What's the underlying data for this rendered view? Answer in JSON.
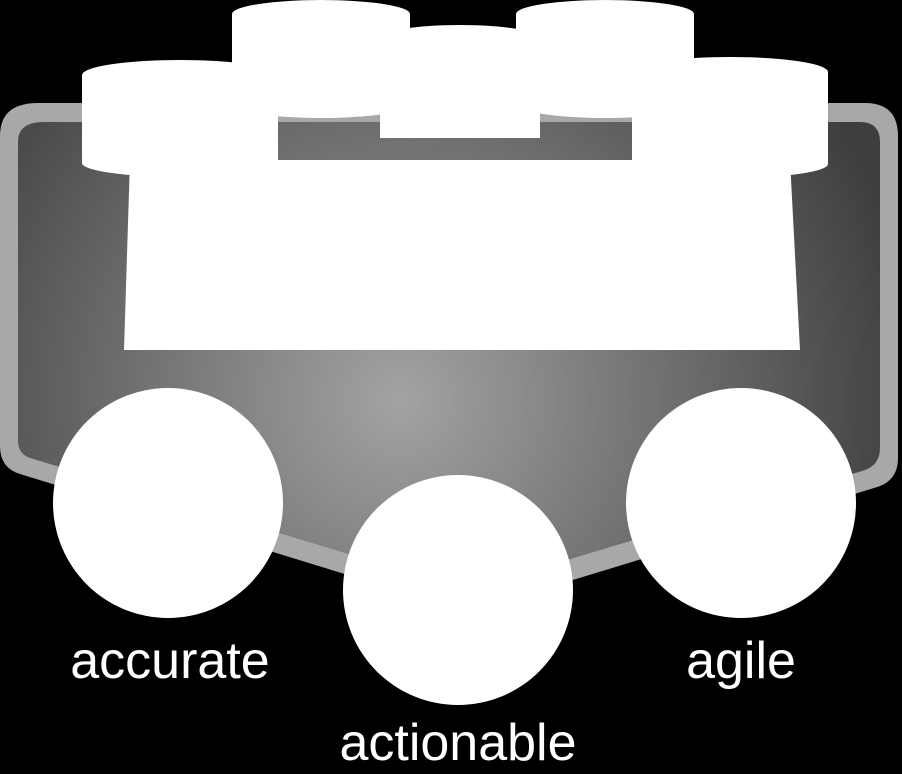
{
  "diagram": {
    "wheels": [
      {
        "label": "accurate"
      },
      {
        "label": "actionable"
      },
      {
        "label": "agile"
      }
    ]
  },
  "colors": {
    "background": "#000000",
    "cart_edge": "#a8a8a8",
    "cart_fill_center": "#a3a3a3",
    "cart_fill_outer": "#4a4a4a",
    "cargo": "#ffffff",
    "wheel": "#ffffff",
    "label": "#ffffff"
  }
}
